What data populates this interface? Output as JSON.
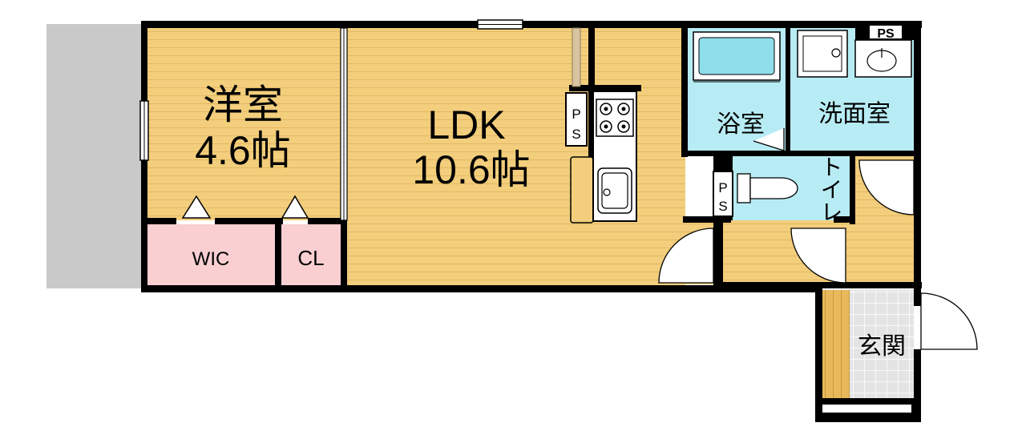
{
  "rooms": {
    "western_room": {
      "name": "洋室",
      "size": "4.6帖"
    },
    "ldk": {
      "name": "LDK",
      "size": "10.6帖"
    },
    "wic": {
      "name": "WIC"
    },
    "cl": {
      "name": "CL"
    },
    "bath": {
      "name": "浴室"
    },
    "washroom": {
      "name": "洗面室"
    },
    "toilet": {
      "name": "トイレ"
    },
    "entrance": {
      "name": "玄関"
    }
  },
  "ps_labels": {
    "top": "PS",
    "kitchen_p": "P",
    "kitchen_s": "S",
    "toilet_p": "P",
    "toilet_s": "S"
  },
  "colors": {
    "wood_floor": "#F2CE7D",
    "wood_line": "#E4B85F",
    "wet_area": "#B8ECF4",
    "closet": "#F9CFD2",
    "balcony": "#C9C9C9",
    "wall": "#000000",
    "entrance_tile": "#E4E4E4"
  }
}
